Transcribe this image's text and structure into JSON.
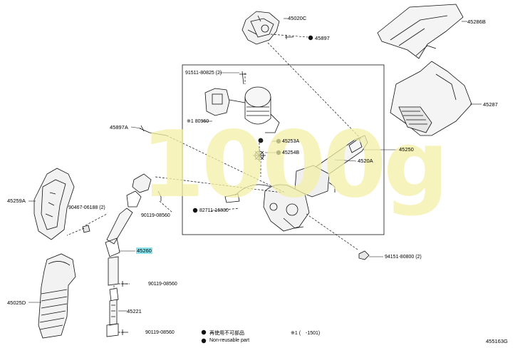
{
  "watermark": "1000g",
  "labels": {
    "p45020C": "45020C",
    "p45897_top": "45897",
    "p45286B": "45286B",
    "p91511": "91511-80825 (2)",
    "p45287": "45287",
    "p80960": "※1 80960",
    "p45897A": "45897A",
    "p45253A": "45253A",
    "p45250": "45250",
    "p45254B": "45254B",
    "p4520A": "4520A",
    "p45259A": "45259A",
    "p90467": "90467-06188 (2)",
    "p82711": "82711-16830",
    "p90119_a": "90119-08560",
    "p45260": "45260",
    "p94151": "94151-80800 (2)",
    "p45025D": "45025D",
    "p90119_b": "90119-08560",
    "p45221": "45221",
    "p90119_c": "90119-08560",
    "legend_reuse": "再使用不可部品",
    "legend_nonreuse": "Non-reusable part",
    "legend_note": "※1 (　-1501)",
    "figure_code": "455163G"
  }
}
